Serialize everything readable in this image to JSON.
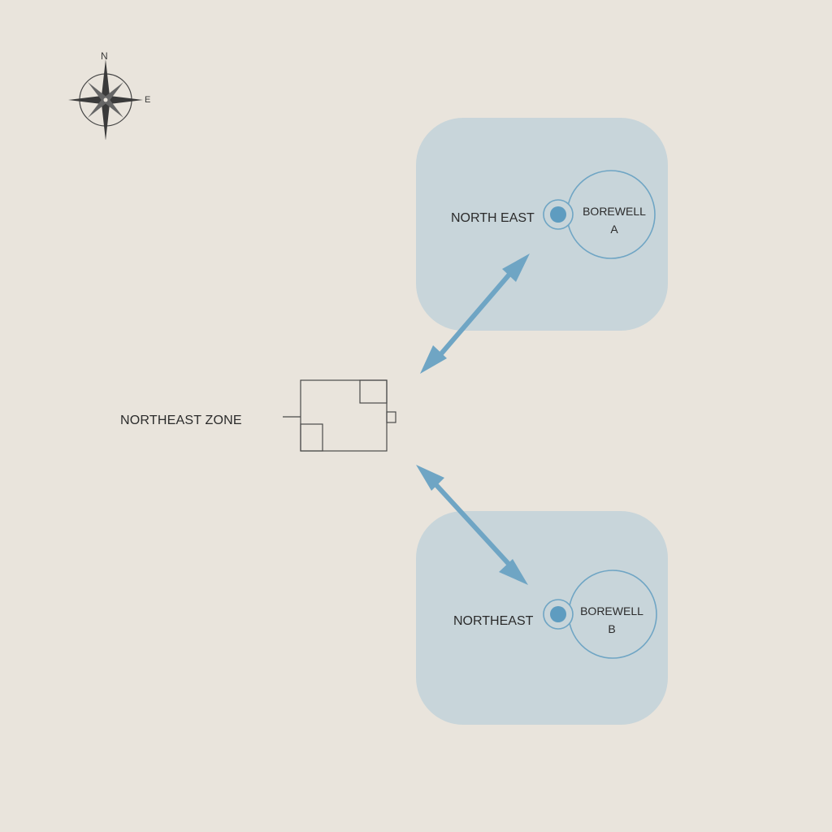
{
  "compass": {
    "north_label": "N",
    "east_label": "E",
    "icon": "compass-rose-icon"
  },
  "house": {
    "label": "NORTHEAST ZONE",
    "icon": "house-floor-plan-icon"
  },
  "zones": [
    {
      "direction_label": "NORTH EAST",
      "borewell_line1": "BOREWELL",
      "borewell_line2": "A"
    },
    {
      "direction_label": "NORTHEAST",
      "borewell_line1": "BOREWELL",
      "borewell_line2": "B"
    }
  ],
  "colors": {
    "background": "#e9e4dc",
    "zone_fill": "#c8d5da",
    "accent_blue": "#6fa5c4",
    "line": "#4a4a4a"
  }
}
